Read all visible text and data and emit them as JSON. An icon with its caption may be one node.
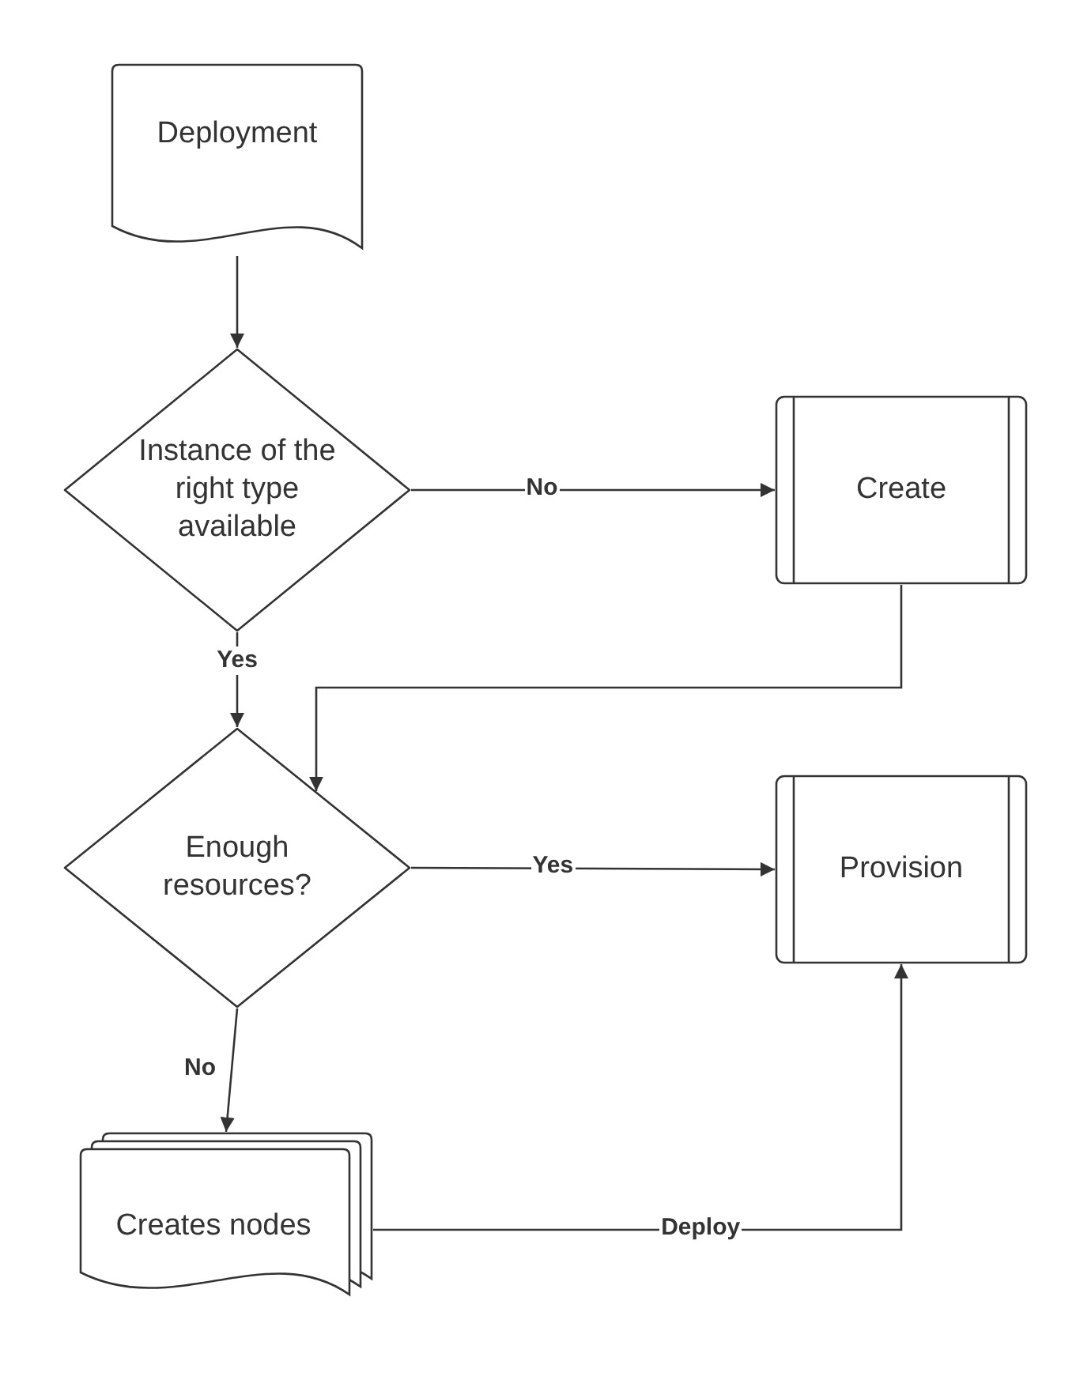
{
  "diagram": {
    "nodes": [
      {
        "text": [
          "Deployment"
        ]
      },
      {
        "text": [
          "Instance of the right type available"
        ]
      },
      {
        "text": [
          "Create"
        ]
      },
      {
        "text": [
          "Enough resources?"
        ]
      },
      {
        "text": [
          "Provision"
        ]
      },
      {
        "text": [
          "Creates nodes"
        ]
      }
    ],
    "edges": [
      {
        "from": 0,
        "to": 1,
        "arrow": "to"
      },
      {
        "from": 1,
        "to": 2,
        "arrow": "to",
        "label": "No"
      },
      {
        "from": 1,
        "to": 3,
        "arrow": "to",
        "label": "Yes"
      },
      {
        "from": 2,
        "to": 3,
        "arrow": "to"
      },
      {
        "from": 3,
        "to": 4,
        "arrow": "to",
        "label": "Yes"
      },
      {
        "from": 3,
        "to": 5,
        "arrow": "to",
        "label": "No"
      },
      {
        "from": 5,
        "to": 4,
        "arrow": "to",
        "label": "Deploy"
      }
    ]
  }
}
